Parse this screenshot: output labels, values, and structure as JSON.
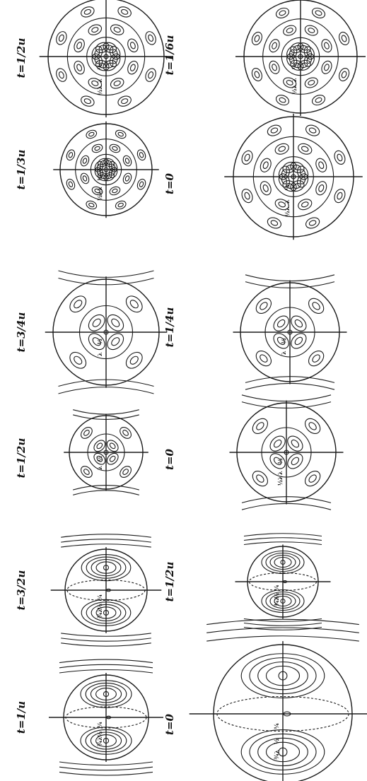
{
  "panels": [
    {
      "id": "p1",
      "time": "t=0",
      "rings": [
        "¼",
        "½",
        "¾λ"
      ],
      "dense": 0
    },
    {
      "id": "p2",
      "time": "t=1/u",
      "rings": [
        "¼",
        "½",
        "¾λ"
      ],
      "dense": 0
    },
    {
      "id": "p3",
      "time": "t=1/2u",
      "rings": [
        "¼",
        "½",
        "¾λ"
      ],
      "dense": 0
    },
    {
      "id": "p4",
      "time": "t=3/2u",
      "rings": [
        "¼",
        "½",
        "¾λ"
      ],
      "dense": 0
    },
    {
      "id": "p5",
      "time": "t=0",
      "rings": [
        "½",
        "λ",
        "½λ"
      ],
      "dense": 1
    },
    {
      "id": "p6",
      "time": "t=1/2u",
      "rings": [
        "½",
        "λ"
      ],
      "dense": 1
    },
    {
      "id": "p7",
      "time": "t=1/4u",
      "rings": [
        "½",
        "λ"
      ],
      "dense": 1
    },
    {
      "id": "p8",
      "time": "t=3/4u",
      "rings": [
        "½",
        "λ"
      ],
      "dense": 1
    },
    {
      "id": "p9",
      "time": "t=0",
      "rings": [
        "½",
        "λ",
        "½λ"
      ],
      "dense": 2
    },
    {
      "id": "p10",
      "time": "t=1/3u",
      "rings": [
        "½",
        "λ",
        "½λ"
      ],
      "dense": 2
    },
    {
      "id": "p11",
      "time": "t=1/6u",
      "rings": [
        "½",
        "λ",
        "½λ"
      ],
      "dense": 2
    },
    {
      "id": "p12",
      "time": "t=1/2u",
      "rings": [
        "½",
        "λ",
        "½λ"
      ],
      "dense": 2
    }
  ]
}
